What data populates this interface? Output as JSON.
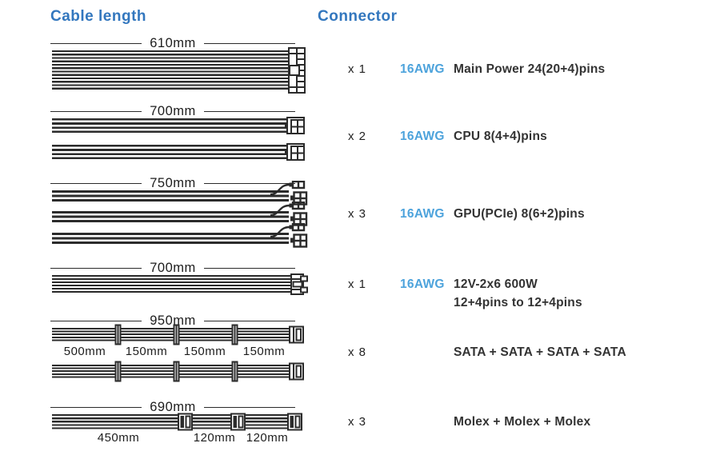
{
  "colors": {
    "header": "#3377be",
    "awg": "#4da3dc",
    "ink": "#2b2b2b",
    "text": "#333333"
  },
  "left": {
    "title": "Cable length",
    "sections": [
      {
        "length": "610mm"
      },
      {
        "length": "700mm"
      },
      {
        "length": "750mm"
      },
      {
        "length": "700mm"
      },
      {
        "length": "950mm",
        "segments": [
          "500mm",
          "150mm",
          "150mm",
          "150mm"
        ]
      },
      {
        "length": "690mm",
        "segments": [
          "450mm",
          "120mm",
          "120mm"
        ]
      }
    ]
  },
  "right": {
    "title": "Connector",
    "rows": [
      {
        "qty": "x 1",
        "awg": "16AWG",
        "desc": "Main Power 24(20+4)pins"
      },
      {
        "qty": "x 2",
        "awg": "16AWG",
        "desc": "CPU 8(4+4)pins"
      },
      {
        "qty": "x 3",
        "awg": "16AWG",
        "desc": "GPU(PCIe) 8(6+2)pins"
      },
      {
        "qty": "x 1",
        "awg": "16AWG",
        "desc": "12V-2x6 600W",
        "desc2": "12+4pins to 12+4pins"
      },
      {
        "qty": "x 8",
        "awg": "",
        "desc": "SATA + SATA + SATA + SATA"
      },
      {
        "qty": "x 3",
        "awg": "",
        "desc": "Molex + Molex + Molex"
      }
    ]
  },
  "icons": [
    "atx-24pin-connector-icon",
    "cpu-8pin-connector-icon",
    "gpu-pcie-pigtail-connector-icon",
    "12v-2x6-connector-icon",
    "sata-inline-connector-icon",
    "sata-end-connector-icon",
    "molex-connector-icon"
  ]
}
